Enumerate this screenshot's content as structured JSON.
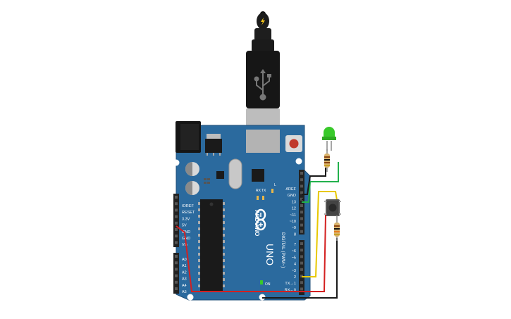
{
  "board": {
    "brand": "ARDUINO",
    "model": "UNO",
    "on_label": "ON",
    "l_label": "L",
    "tx_label": "TX",
    "rx_label": "RX",
    "digital_label": "DIGITAL (PWM~)",
    "body_color": "#2b6a9e",
    "header_color": "#222222",
    "digital_pins_top": [
      "AREF",
      "GND",
      "13",
      "12",
      "~11",
      "~10",
      "~9",
      "8"
    ],
    "digital_pins_bottom": [
      "7",
      "~6",
      "~5",
      "4",
      "~3",
      "2",
      "TX→1",
      "RX←0"
    ],
    "power_pins": [
      "IOREF",
      "RESET",
      "3.3V",
      "5V",
      "GND",
      "GND",
      "Vin"
    ],
    "analog_pins": [
      "A0",
      "A1",
      "A2",
      "A3",
      "A4",
      "A5"
    ]
  },
  "components": {
    "led_color": "#38c92a",
    "resistor_color": "#d9b36c",
    "button_color": "#333333"
  },
  "wires": {
    "green": "#22b14c",
    "black": "#1a1a1a",
    "yellow": "#e8c800",
    "red": "#d42020"
  },
  "icons": {
    "usb": "usb-icon",
    "power": "lightning-icon",
    "infinity_logo": "arduino-logo-icon"
  }
}
